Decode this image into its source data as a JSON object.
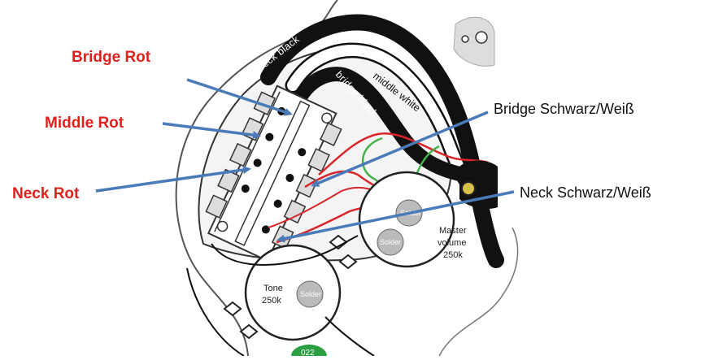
{
  "labels": {
    "bridge_red": "Bridge Rot",
    "middle_red": "Middle Rot",
    "neck_red": "Neck Rot",
    "bridge_bw": "Bridge Schwarz/Weiß",
    "neck_bw": "Neck Schwarz/Weiß"
  },
  "wires": {
    "neck_black": "neck black",
    "middle_white": "middle white",
    "bridge_black": "bridge black"
  },
  "components": {
    "master_volume": [
      "Master",
      "volume",
      "250k"
    ],
    "tone": [
      "Tone",
      "250k"
    ],
    "solder": "Solder",
    "cap": "022"
  },
  "colors": {
    "label_red": "#e0201c",
    "arrow_blue": "#4a7ab8",
    "wire_red": "#d8262a",
    "wire_green": "#46b34a"
  }
}
